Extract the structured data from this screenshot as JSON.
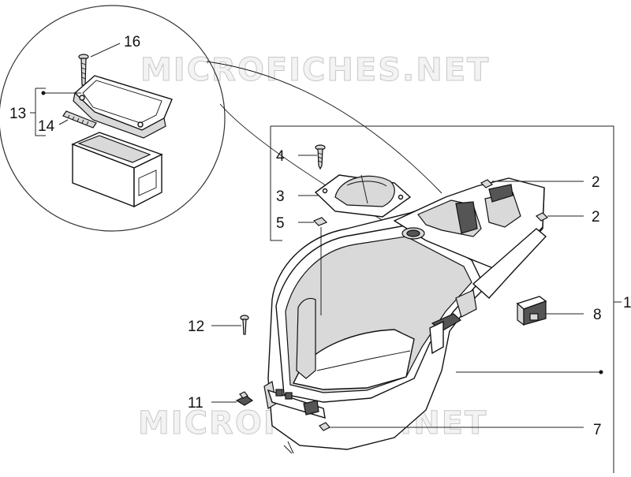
{
  "watermarks": [
    "MICROFICHES.NET",
    "MICROFICHES.NET"
  ],
  "callouts": {
    "c1": "1",
    "c2a": "2",
    "c2b": "2",
    "c3": "3",
    "c4": "4",
    "c5": "5",
    "c7": "7",
    "c8": "8",
    "c11": "11",
    "c12": "12",
    "c13": "13",
    "c14": "14",
    "c16": "16"
  }
}
